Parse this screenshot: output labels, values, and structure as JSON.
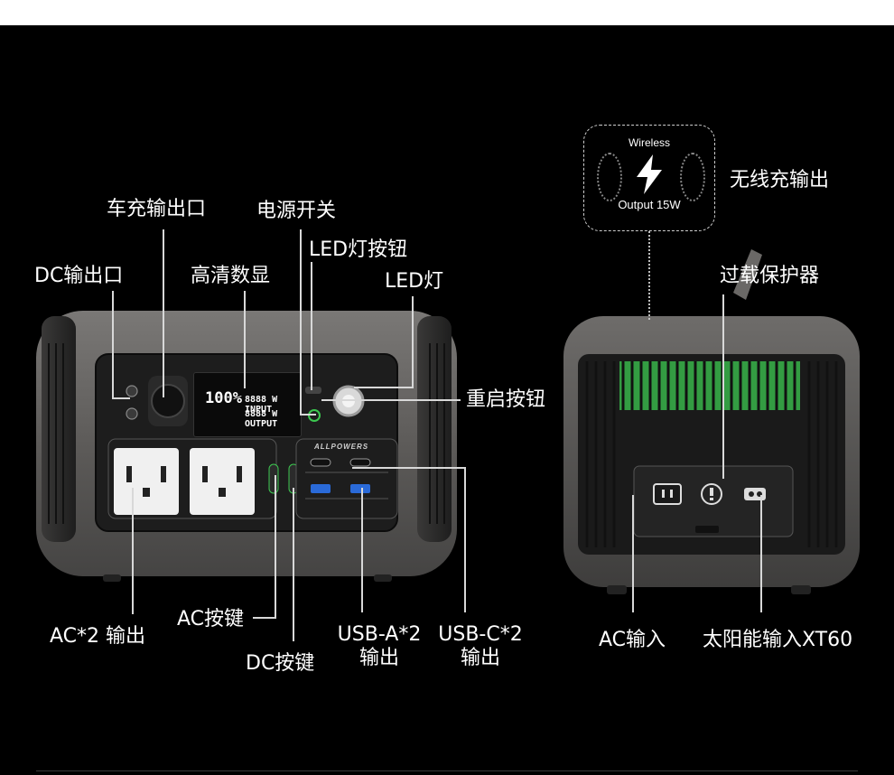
{
  "labels": {
    "car_output": "车充输出口",
    "power_switch": "电源开关",
    "led_button": "LED灯按钮",
    "dc_output": "DC输出口",
    "hd_display": "高清数显",
    "led_light": "LED灯",
    "restart_button": "重启按钮",
    "ac_out": "AC*2 输出",
    "ac_button": "AC按键",
    "dc_button": "DC按键",
    "usba_line1": "USB-A*2",
    "usba_line2": "输出",
    "usbc_line1": "USB-C*2",
    "usbc_line2": "输出",
    "wireless_out": "无线充输出",
    "overload": "过载保护器",
    "ac_input": "AC输入",
    "solar_input": "太阳能输入XT60"
  },
  "wireless_badge": {
    "top": "Wireless",
    "bottom": "Output 15W"
  },
  "device": {
    "brand": "ALLPOWERS",
    "display_percent": "100%",
    "display_input": "8888 W INPUT",
    "display_output": "8888 W OUTPUT"
  },
  "colors": {
    "background": "#000000",
    "device_body": "#5a5856",
    "accent_green": "#3cc850",
    "label_text": "#ffffff"
  }
}
